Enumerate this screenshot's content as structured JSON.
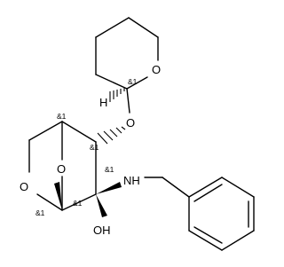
{
  "atoms": {
    "o_thp": "O",
    "h_thp": "H",
    "o_ether": "O",
    "o_bridge": "O",
    "o_ring": "O",
    "nh": "NH",
    "oh": "OH"
  },
  "stereo_labels": {
    "c_thp": "&1",
    "c_top": "&1",
    "c_ether": "&1",
    "c_amine": "&1",
    "c_anomeric": "&1",
    "c_hydroxyl": "&1"
  }
}
